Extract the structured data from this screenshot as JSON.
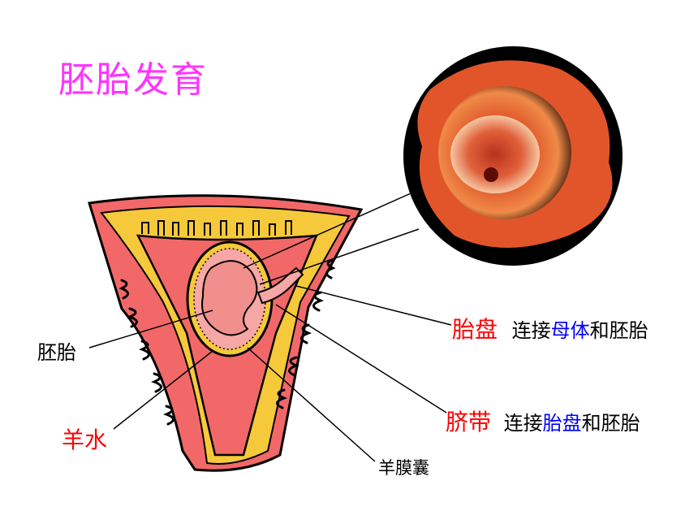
{
  "title": "胚胎发育",
  "labels": {
    "embryo": "胚胎",
    "amniotic_fluid": "羊水",
    "amniotic_sac": "羊膜囊",
    "placenta": {
      "name": "胎盘",
      "connect": "连接",
      "mother": "母体",
      "and_embryo": "和胚胎"
    },
    "umbilical_cord": {
      "name": "脐带",
      "connect": "连接",
      "placenta": "胎盘",
      "and_embryo": "和胚胎"
    }
  },
  "colors": {
    "title": "#ff33ff",
    "uterus_wall": "#f26868",
    "uterus_lining": "#f6c93a",
    "embryo": "#f7a7a5",
    "highlight_red": "#ff0000",
    "highlight_blue": "#0000ff"
  }
}
